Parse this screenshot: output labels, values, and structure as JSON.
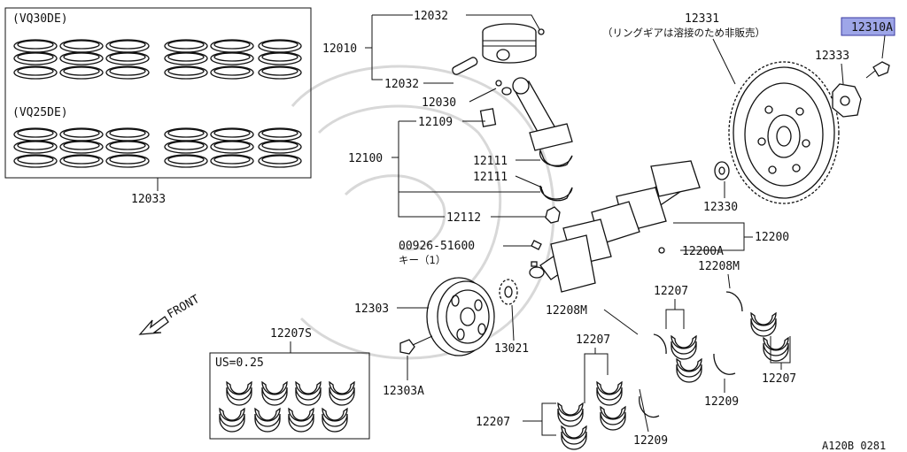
{
  "kits": {
    "vq30de": "(VQ30DE)",
    "vq25de": "(VQ25DE)",
    "us_size": "US=0.25"
  },
  "labels": {
    "p12032_top": "12032",
    "p12010": "12010",
    "p12032_bot": "12032",
    "p12030": "12030",
    "p12109": "12109",
    "p12100": "12100",
    "p12111_a": "12111",
    "p12111_b": "12111",
    "p12112": "12112",
    "p12033": "12033",
    "p12331": "12331",
    "p12331_note": "（リングギアは溶接のため非販売）",
    "p12310a": "12310A",
    "p12333": "12333",
    "p12330": "12330",
    "p12200": "12200",
    "p12200a": "12200A",
    "p00926": "00926-51600",
    "p00926_note": "キー（1）",
    "p12208m_r": "12208M",
    "p12207_mid": "12207",
    "p12303": "12303",
    "p13021": "13021",
    "p12208m_l": "12208M",
    "p12207_c": "12207",
    "p12207_r": "12207",
    "p12207s": "12207S",
    "p12303a": "12303A",
    "p12209_r": "12209",
    "p12207_bl": "12207",
    "p12209_b": "12209",
    "front": "FRONT",
    "diagram_id": "A120B 0281"
  }
}
